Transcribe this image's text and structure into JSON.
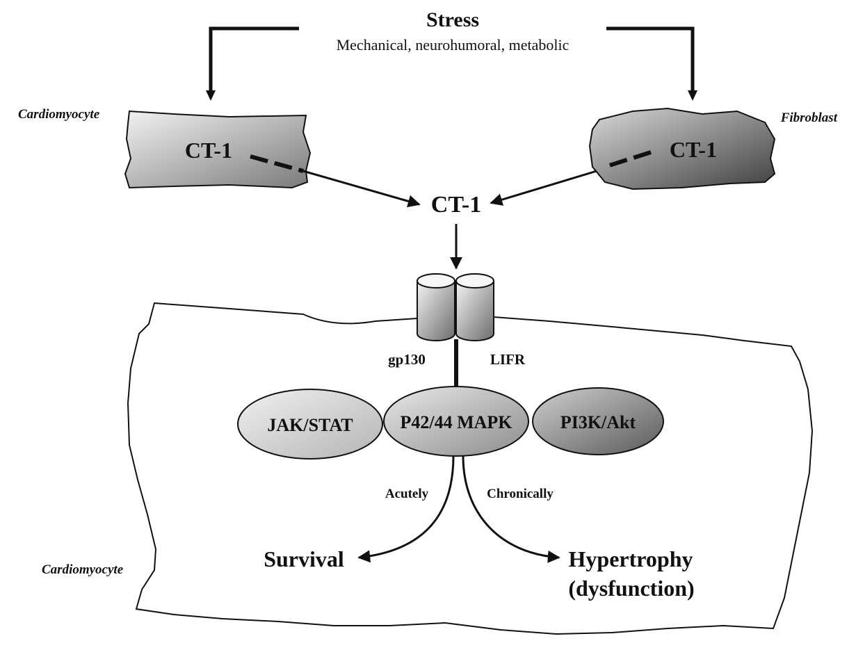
{
  "stress": {
    "title": "Stress",
    "subtitle": "Mechanical, neurohumoral, metabolic"
  },
  "cells": {
    "left_label": "Cardiomyocyte",
    "right_label": "Fibroblast",
    "bottom_label": "Cardiomyocyte",
    "left_ct1": "CT-1",
    "right_ct1": "CT-1"
  },
  "secreted": "CT-1",
  "receptor": {
    "left": "gp130",
    "right": "LIFR"
  },
  "pathways": [
    "JAK/STAT",
    "P42/44 MAPK",
    "PI3K/Akt"
  ],
  "branches": {
    "acute": "Acutely",
    "chronic": "Chronically"
  },
  "outcomes": {
    "survival": "Survival",
    "hypertrophy_line1": "Hypertrophy",
    "hypertrophy_line2": "(dysfunction)"
  },
  "colors": {
    "stroke": "#111111",
    "shade_dark": "#555555",
    "shade_mid": "#9a9a9a",
    "shade_light": "#e6e6e6"
  }
}
